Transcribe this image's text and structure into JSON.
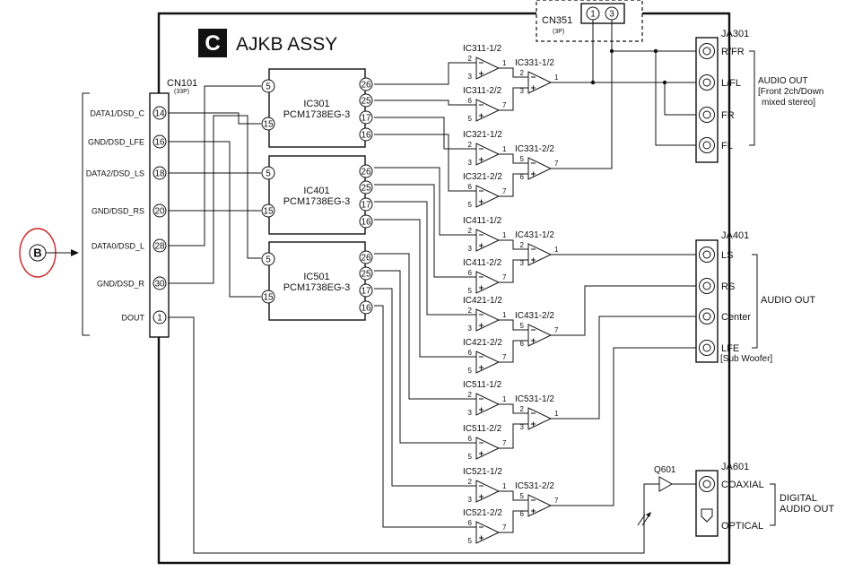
{
  "assembly": {
    "badge": "C",
    "title": "AJKB ASSY"
  },
  "ref_marker": "B",
  "cn101": {
    "name": "CN101",
    "pins_count": "(33P)",
    "pins": [
      {
        "label": "DATA1/DSD_C",
        "num": "14"
      },
      {
        "label": "GND/DSD_LFE",
        "num": "16"
      },
      {
        "label": "DATA2/DSD_LS",
        "num": "18"
      },
      {
        "label": "GND/DSD_RS",
        "num": "20"
      },
      {
        "label": "DATA0/DSD_L",
        "num": "28"
      },
      {
        "label": "GND/DSD_R",
        "num": "30"
      },
      {
        "label": "DOUT",
        "num": "1"
      }
    ]
  },
  "dacs": [
    {
      "name": "IC301",
      "part": "PCM1738EG-3",
      "in_pins": [
        "5",
        "15"
      ],
      "out_pins": [
        "26",
        "25",
        "17",
        "16"
      ]
    },
    {
      "name": "IC401",
      "part": "PCM1738EG-3",
      "in_pins": [
        "5",
        "15"
      ],
      "out_pins": [
        "26",
        "25",
        "17",
        "16"
      ]
    },
    {
      "name": "IC501",
      "part": "PCM1738EG-3",
      "in_pins": [
        "5",
        "15"
      ],
      "out_pins": [
        "26",
        "25",
        "17",
        "16"
      ]
    }
  ],
  "opamps_stage1": [
    {
      "label": "IC311-1/2",
      "pins": [
        "2",
        "3",
        "1"
      ]
    },
    {
      "label": "IC311-2/2",
      "pins": [
        "6",
        "5",
        "7"
      ]
    },
    {
      "label": "IC321-1/2",
      "pins": [
        "2",
        "3",
        "1"
      ]
    },
    {
      "label": "IC321-2/2",
      "pins": [
        "6",
        "5",
        "7"
      ]
    },
    {
      "label": "IC411-1/2",
      "pins": [
        "2",
        "3",
        "1"
      ]
    },
    {
      "label": "IC411-2/2",
      "pins": [
        "6",
        "5",
        "7"
      ]
    },
    {
      "label": "IC421-1/2",
      "pins": [
        "2",
        "3",
        "1"
      ]
    },
    {
      "label": "IC421-2/2",
      "pins": [
        "6",
        "5",
        "7"
      ]
    },
    {
      "label": "IC511-1/2",
      "pins": [
        "2",
        "3",
        "1"
      ]
    },
    {
      "label": "IC511-2/2",
      "pins": [
        "6",
        "5",
        "7"
      ]
    },
    {
      "label": "IC521-1/2",
      "pins": [
        "2",
        "3",
        "1"
      ]
    },
    {
      "label": "IC521-2/2",
      "pins": [
        "6",
        "5",
        "7"
      ]
    }
  ],
  "opamps_stage2": [
    {
      "label": "IC331-1/2",
      "pins": [
        "2",
        "3",
        "1"
      ]
    },
    {
      "label": "IC331-2/2",
      "pins": [
        "5",
        "6",
        "7"
      ]
    },
    {
      "label": "IC431-1/2",
      "pins": [
        "2",
        "3",
        "1"
      ]
    },
    {
      "label": "IC431-2/2",
      "pins": [
        "5",
        "6",
        "7"
      ]
    },
    {
      "label": "IC531-1/2",
      "pins": [
        "2",
        "3",
        "1"
      ]
    },
    {
      "label": "IC531-2/2",
      "pins": [
        "5",
        "6",
        "7"
      ]
    }
  ],
  "cn351": {
    "name": "CN351",
    "pins_count": "(3P)",
    "pins": [
      "1",
      "3"
    ]
  },
  "ja301": {
    "name": "JA301",
    "jacks": [
      "R/FR",
      "L/FL",
      "FR",
      "FL"
    ],
    "caption_lines": [
      "AUDIO OUT",
      "[Front 2ch/Down",
      "mixed stereo]"
    ]
  },
  "ja401": {
    "name": "JA401",
    "jacks": [
      "LS",
      "RS",
      "Center",
      "LFE"
    ],
    "sub_label": "[Sub Woofer]",
    "caption": "AUDIO OUT"
  },
  "ja601": {
    "name": "JA601",
    "jacks": [
      "COAXIAL",
      "OPTICAL"
    ],
    "caption_lines": [
      "DIGITAL",
      "AUDIO OUT"
    ]
  },
  "q601": {
    "name": "Q601"
  },
  "colors": {
    "line": "#111111",
    "marker": "#cc2222",
    "background": "#ffffff"
  }
}
